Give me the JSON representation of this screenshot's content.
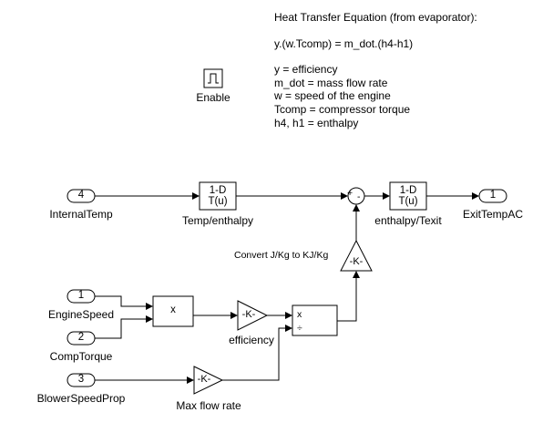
{
  "annotation": {
    "title": "Heat Transfer Equation (from evaporator):",
    "equation": "y.(w.Tcomp) = m_dot.(h4-h1)",
    "definitions": [
      "y = efficiency",
      "m_dot = mass flow rate",
      "w = speed of the engine",
      "Tcomp = compressor torque",
      "h4, h1 = enthalpy"
    ]
  },
  "enable": {
    "label": "Enable",
    "icon": "pulse-icon"
  },
  "inports": [
    {
      "number": "4",
      "label": "InternalTemp"
    },
    {
      "number": "1",
      "label": "EngineSpeed"
    },
    {
      "number": "2",
      "label": "CompTorque"
    },
    {
      "number": "3",
      "label": "BlowerSpeedProp"
    }
  ],
  "outport": {
    "number": "1",
    "label": "ExitTempAC"
  },
  "lookup_temp": {
    "line1": "1-D",
    "line2": "T(u)",
    "label": "Temp/enthalpy"
  },
  "lookup_exit": {
    "line1": "1-D",
    "line2": "T(u)",
    "label": "enthalpy/Texit"
  },
  "product1": {
    "symbol": "x"
  },
  "product2": {
    "symbol_mul": "x",
    "symbol_div": "÷"
  },
  "gain_efficiency": {
    "symbol": "-K-",
    "label": "efficiency"
  },
  "gain_flow": {
    "symbol": "-K-",
    "label": "Max flow rate"
  },
  "gain_convert": {
    "symbol": "-K-",
    "label": "Convert J/Kg to KJ/Kg"
  },
  "sum": {
    "plus": "+",
    "minus": "-"
  }
}
